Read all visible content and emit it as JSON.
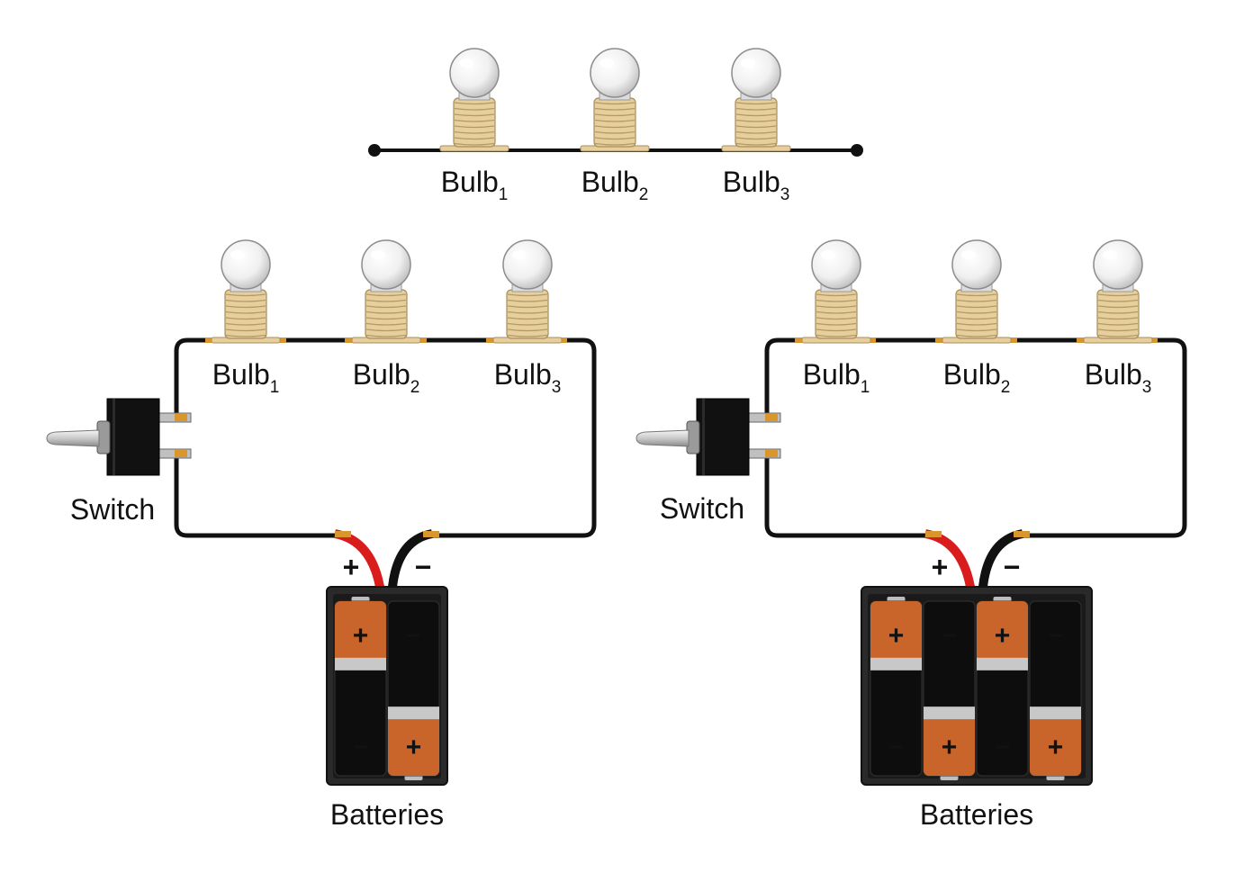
{
  "colors": {
    "wire": "#111111",
    "red_lead": "#d91c1c",
    "copper": "#d8962c",
    "bulb_glass": "#f2f2f2",
    "bulb_base": "#e6cf9c",
    "battery_orange": "#c9652a",
    "battery_black": "#0d0d0d",
    "battery_band": "#c8c8c8",
    "holder": "#2a2a2a"
  },
  "icons": [
    "light-bulb-icon",
    "toggle-switch-icon",
    "battery-icon",
    "battery-holder-icon"
  ],
  "top_diagram": {
    "bulbs": [
      {
        "name": "Bulb",
        "sub": "1"
      },
      {
        "name": "Bulb",
        "sub": "2"
      },
      {
        "name": "Bulb",
        "sub": "3"
      }
    ]
  },
  "left_circuit": {
    "bulbs": [
      {
        "name": "Bulb",
        "sub": "1"
      },
      {
        "name": "Bulb",
        "sub": "2"
      },
      {
        "name": "Bulb",
        "sub": "3"
      }
    ],
    "switch_label": "Switch",
    "plus": "+",
    "minus": "−",
    "batteries_label": "Batteries",
    "cells": [
      {
        "top": "+",
        "bottom": "−"
      },
      {
        "top": "−",
        "bottom": "+"
      }
    ]
  },
  "right_circuit": {
    "bulbs": [
      {
        "name": "Bulb",
        "sub": "1"
      },
      {
        "name": "Bulb",
        "sub": "2"
      },
      {
        "name": "Bulb",
        "sub": "3"
      }
    ],
    "switch_label": "Switch",
    "plus": "+",
    "minus": "−",
    "batteries_label": "Batteries",
    "cells": [
      {
        "top": "+",
        "bottom": "−"
      },
      {
        "top": "−",
        "bottom": "+"
      },
      {
        "top": "+",
        "bottom": "−"
      },
      {
        "top": "−",
        "bottom": "+"
      }
    ]
  }
}
